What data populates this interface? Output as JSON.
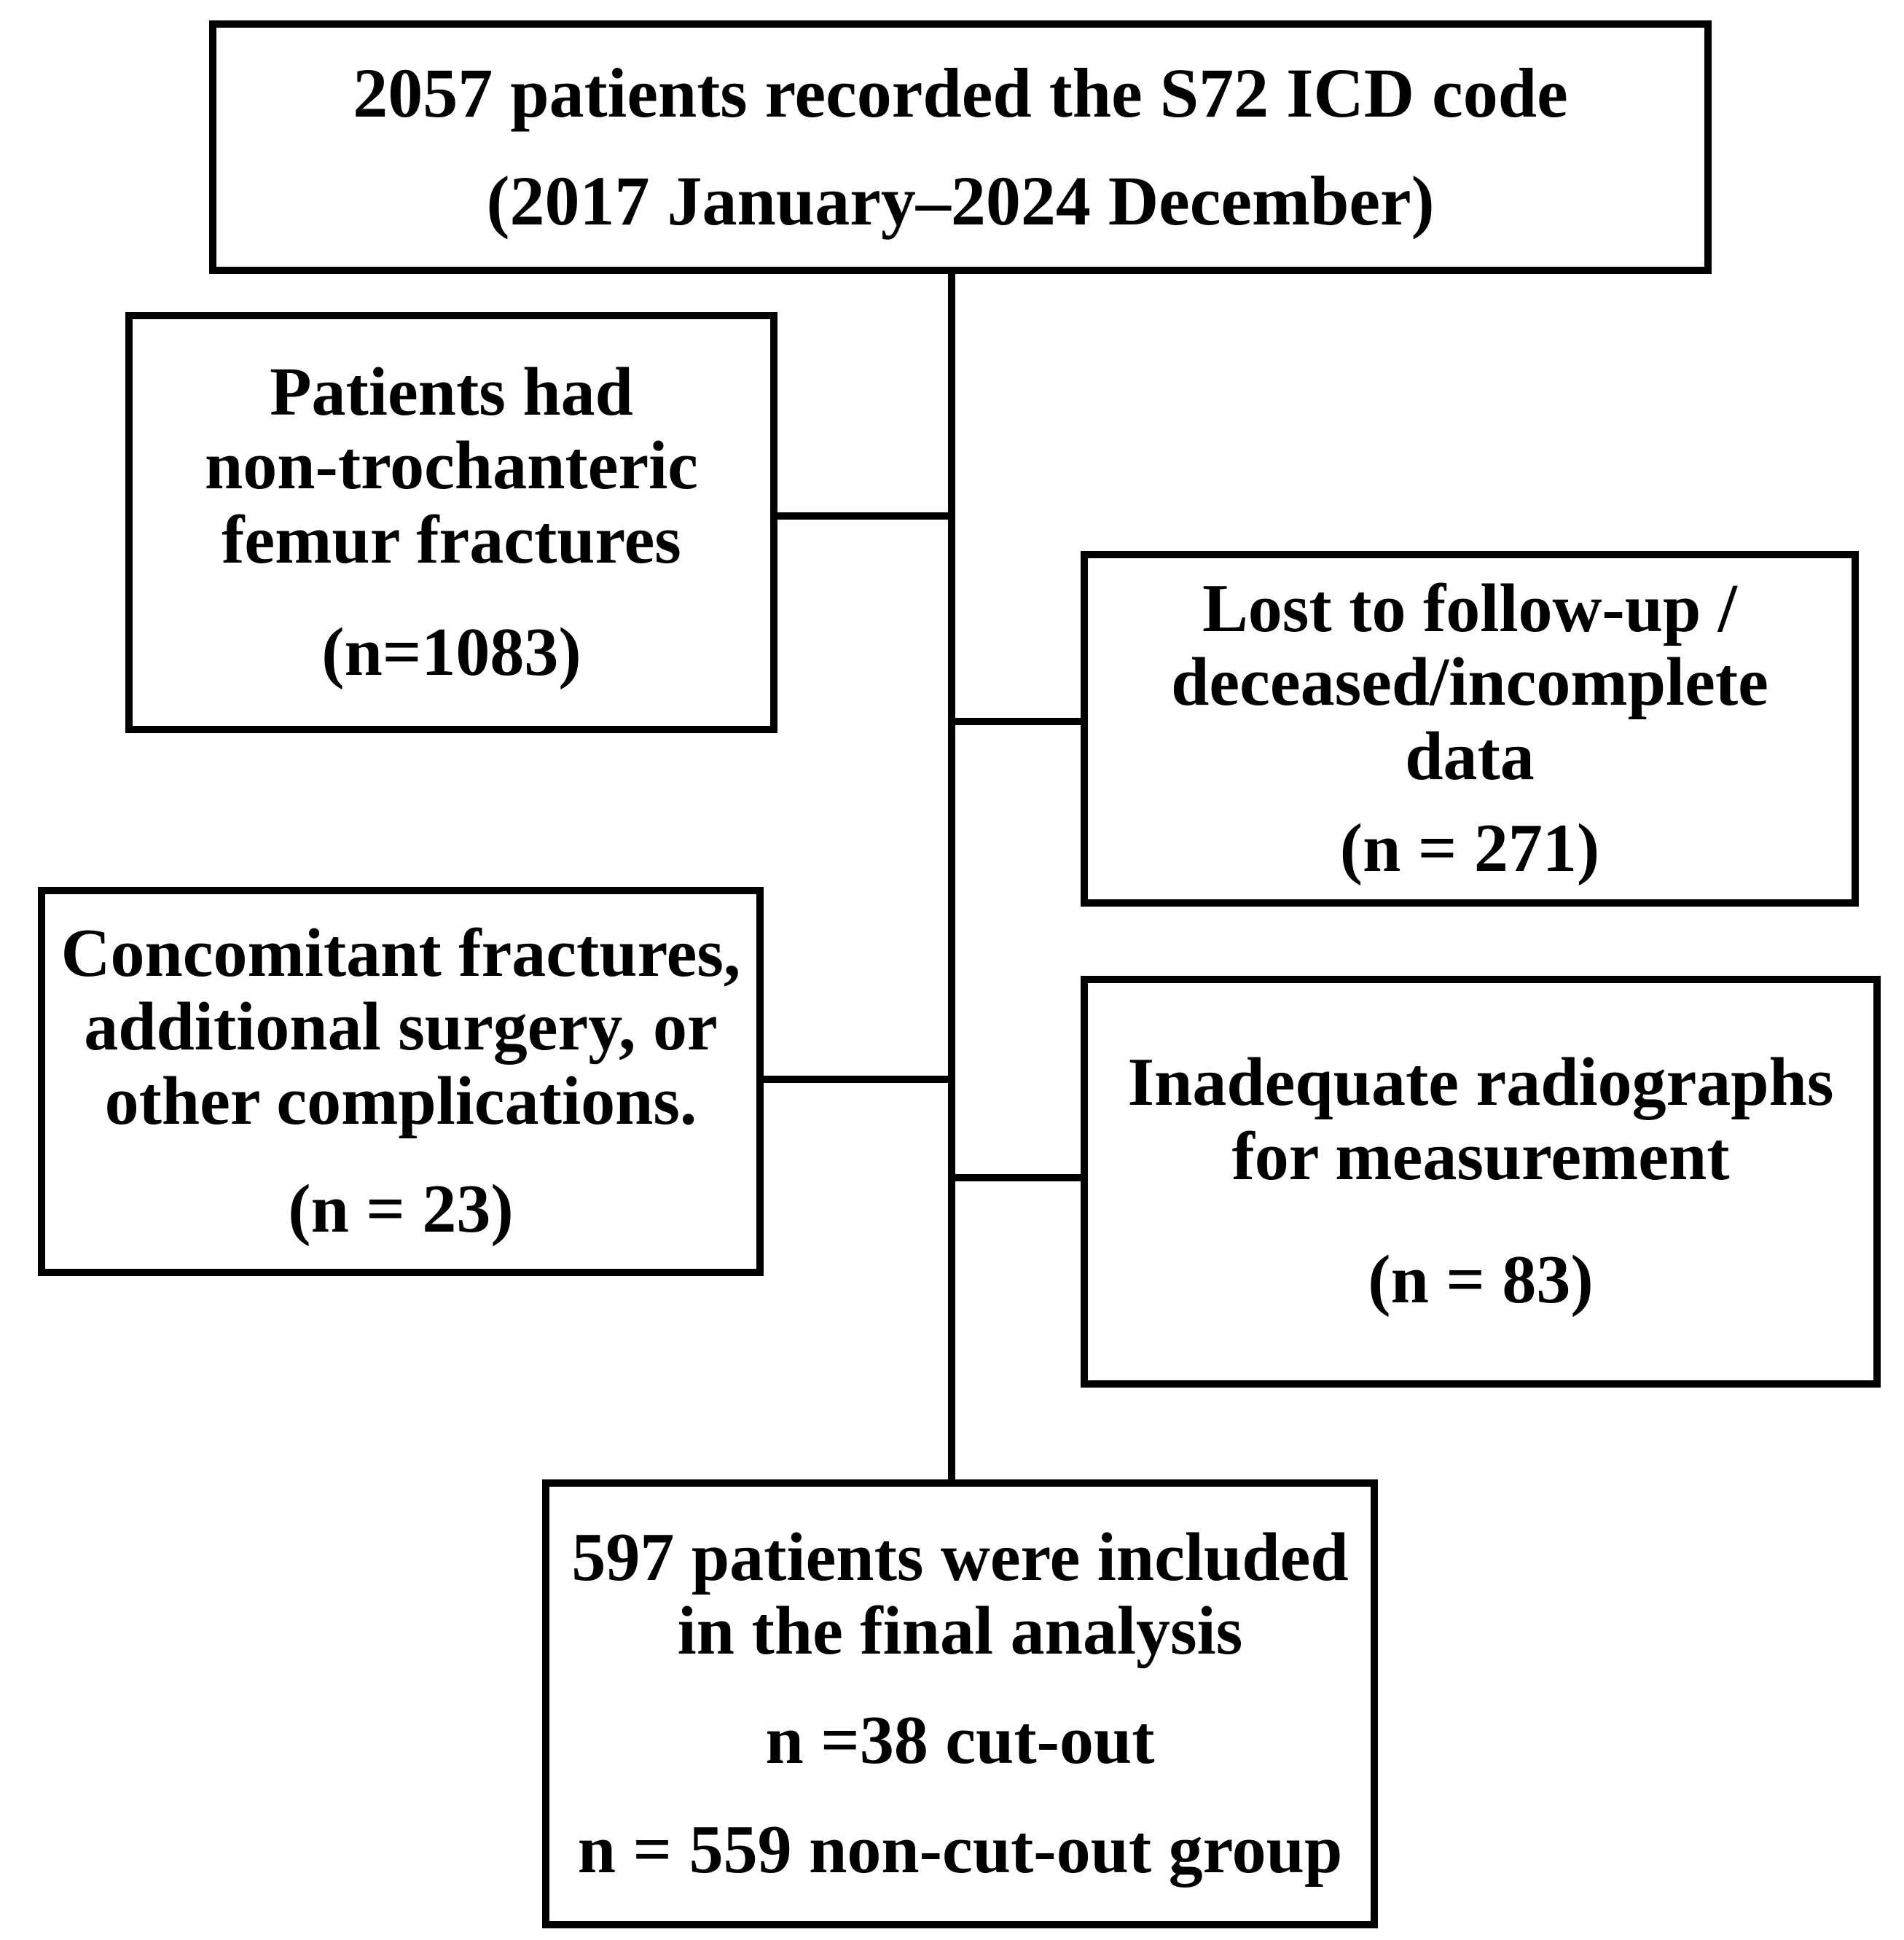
{
  "figure": {
    "background_color": "#ffffff",
    "line_color": "#000000",
    "text_color": "#000000"
  },
  "boxes": {
    "source": {
      "line1": "2057 patients recorded the S72 ICD code",
      "line2": "(2017 January–2024 December)"
    },
    "excluded_non_trochanteric": {
      "line1": "Patients had",
      "line2": "non-trochanteric",
      "line3": "femur fractures",
      "count": "(n=1083)"
    },
    "excluded_lost_followup": {
      "line1": "Lost to follow-up /",
      "line2": "deceased/incomplete",
      "line3": "data",
      "count": "(n = 271)"
    },
    "excluded_concomitant": {
      "line1": "Concomitant fractures,",
      "line2": "additional surgery, or",
      "line3": "other complications.",
      "count": "(n = 23)"
    },
    "excluded_radiographs": {
      "line1": "Inadequate radiographs",
      "line2": "for measurement",
      "count": "(n = 83)"
    },
    "final_analysis": {
      "line1": "597 patients were included",
      "line2": "in the final analysis",
      "line3": "n =38 cut-out",
      "line4": "n = 559 non-cut-out group"
    }
  }
}
